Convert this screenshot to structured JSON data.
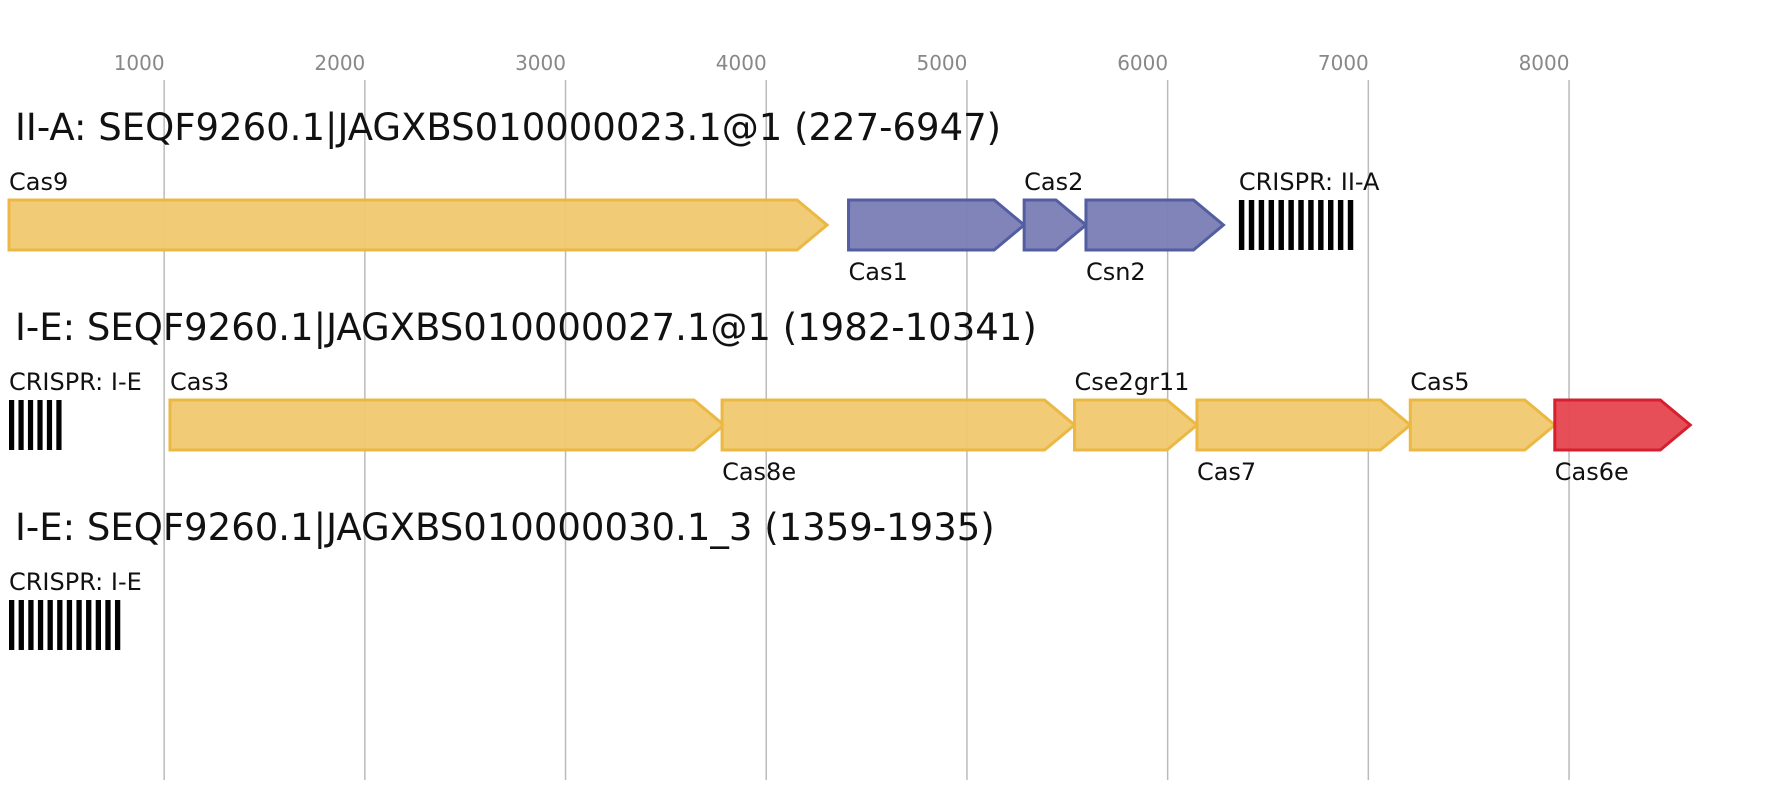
{
  "axis": {
    "ticks": [
      1000,
      2000,
      3000,
      4000,
      5000,
      6000,
      7000,
      8000
    ],
    "grid": true
  },
  "colors": {
    "yellow": "#f0c86e",
    "yellow_edge": "#ebb843",
    "blue": "#7a7db5",
    "blue_edge": "#535ea0",
    "red": "#e5464f",
    "red_edge": "#d62030",
    "crispr": "#000000"
  },
  "tracks": [
    {
      "title": "II-A: SEQF9260.1|JAGXBS010000023.1@1 (227-6947)",
      "features": [
        {
          "label": "Cas9",
          "start": 227,
          "end": 4303,
          "color": "yellow",
          "label_pos": "above",
          "kind": "gene"
        },
        {
          "label": "Cas1",
          "start": 4410,
          "end": 5285,
          "color": "blue",
          "label_pos": "below",
          "kind": "gene"
        },
        {
          "label": "Cas2",
          "start": 5285,
          "end": 5593,
          "color": "blue",
          "label_pos": "above",
          "kind": "gene"
        },
        {
          "label": "Csn2",
          "start": 5593,
          "end": 6278,
          "color": "blue",
          "label_pos": "below",
          "kind": "gene"
        },
        {
          "label": "CRISPR: II-A",
          "start": 6355,
          "end": 6947,
          "repeats": 12,
          "label_pos": "above",
          "kind": "crispr"
        }
      ]
    },
    {
      "title": "I-E: SEQF9260.1|JAGXBS010000027.1@1 (1982-10341)",
      "features": [
        {
          "label": "CRISPR: I-E",
          "start": 227,
          "end": 510,
          "repeats": 6,
          "label_pos": "above",
          "kind": "crispr"
        },
        {
          "label": "Cas3",
          "start": 1029,
          "end": 3789,
          "color": "yellow",
          "label_pos": "above",
          "kind": "gene"
        },
        {
          "label": "Cas8e",
          "start": 3780,
          "end": 5536,
          "color": "yellow",
          "label_pos": "below",
          "kind": "gene"
        },
        {
          "label": "Cse2gr11",
          "start": 5536,
          "end": 6146,
          "color": "yellow",
          "label_pos": "above",
          "kind": "gene"
        },
        {
          "label": "Cas7",
          "start": 6146,
          "end": 7209,
          "color": "yellow",
          "label_pos": "below",
          "kind": "gene"
        },
        {
          "label": "Cas5",
          "start": 7209,
          "end": 7929,
          "color": "yellow",
          "label_pos": "above",
          "kind": "gene"
        },
        {
          "label": "Cas6e",
          "start": 7929,
          "end": 8604,
          "color": "red",
          "label_pos": "below",
          "kind": "gene"
        }
      ]
    },
    {
      "title": "I-E: SEQF9260.1|JAGXBS010000030.1_3 (1359-1935)",
      "features": [
        {
          "label": "CRISPR: I-E",
          "start": 227,
          "end": 803,
          "repeats": 12,
          "label_pos": "above",
          "kind": "crispr"
        }
      ]
    }
  ]
}
